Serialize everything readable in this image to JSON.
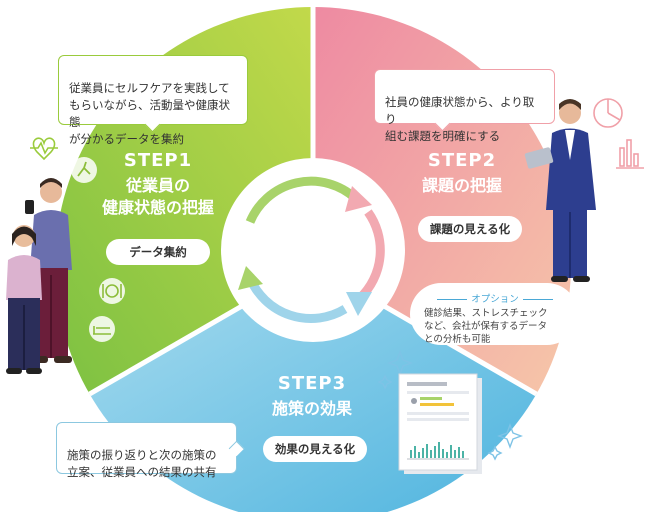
{
  "step1": {
    "label": "STEP1",
    "title": "従業員の\n健康状態の把握",
    "pill": "データ集約",
    "callout": "従業員にセルフケアを実践して\nもらいながら、活動量や健康状態\nが分かるデータを集約"
  },
  "step2": {
    "label": "STEP2",
    "title": "課題の把握",
    "pill": "課題の見える化",
    "callout": "社員の健康状態から、より取り\n組む課題を明確にする"
  },
  "step3": {
    "label": "STEP3",
    "title": "施策の効果",
    "pill": "効果の見える化",
    "callout": "施策の振り返りと次の施策の\n立案、従業員への結果の共有"
  },
  "option": {
    "heading": "オプション",
    "text": "健診結果、ストレスチェック\nなど、会社が保有するデータ\nとの分析も可能"
  },
  "colors": {
    "green": "#9acb3c",
    "pink": "#ef8f9b",
    "blue": "#6cbfe0"
  }
}
